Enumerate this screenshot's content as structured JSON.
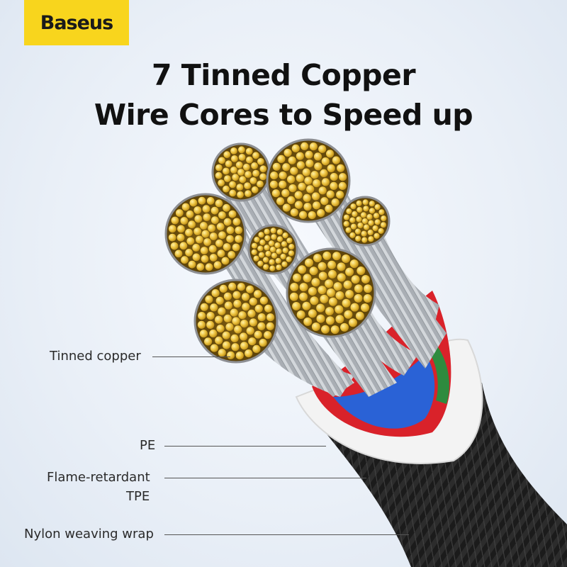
{
  "brand": {
    "logo_text": "Baseus",
    "accent": "#f8d51d"
  },
  "headline": {
    "line1": "7 Tinned Copper",
    "line2": "Wire Cores to Speed up"
  },
  "callouts": {
    "tinned_copper": "Tinned copper",
    "pe": "PE",
    "flame_line1": "Flame-retardant",
    "flame_line2": "TPE",
    "nylon": "Nylon weaving wrap"
  },
  "colors": {
    "copper": "#e8b734",
    "strand": "#b9bec4",
    "red_insulation": "#d9222a",
    "blue_insulation": "#2a62d6",
    "jacket": "#f2f2f2",
    "braid": "#1c1c1c"
  }
}
